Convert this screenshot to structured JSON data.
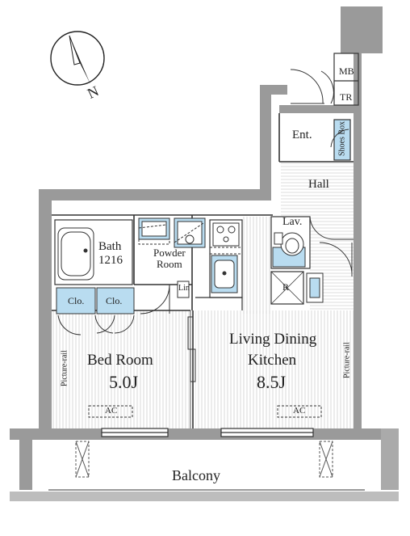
{
  "rooms": {
    "bedroom": {
      "name": "Bed Room",
      "size": "5.0J"
    },
    "ldk": {
      "name_line1": "Living Dining",
      "name_line2": "Kitchen",
      "size": "8.5J"
    },
    "bath": {
      "name": "Bath",
      "code": "1216"
    },
    "powder": {
      "line1": "Powder",
      "line2": "Room"
    },
    "hall": "Hall",
    "entrance": "Ent.",
    "lavatory": "Lav.",
    "balcony": "Balcony"
  },
  "labels": {
    "mb": "MB",
    "tr": "TR",
    "shoes_box": "Shoes Box",
    "closet_1": "Clo.",
    "closet_2": "Clo.",
    "linen": "Lin",
    "refrigerator": "R",
    "ac_bedroom": "AC",
    "ac_ldk": "AC",
    "picture_rail_left": "Picture-rail",
    "picture_rail_right": "Picture-rail"
  },
  "compass": {
    "north_label": "N"
  },
  "colors": {
    "wall": "#9a9a9a",
    "wall_dark": "#555555",
    "fixture_blue": "#b9dcf0",
    "line": "#333333",
    "hatch": "#c8c8c8"
  }
}
